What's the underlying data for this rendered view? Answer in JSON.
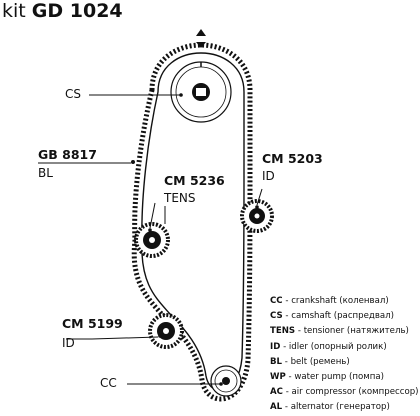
{
  "title": {
    "kit": "kit",
    "code": "GD 1024"
  },
  "labels": {
    "cs": "CS",
    "gb8817_code": "GB 8817",
    "gb8817_type": "BL",
    "cm5236_code": "CM 5236",
    "cm5236_type": "TENS",
    "cm5203_code": "CM 5203",
    "cm5203_type": "ID",
    "cm5199_code": "CM 5199",
    "cm5199_type": "ID",
    "cc": "CC"
  },
  "legend": [
    {
      "abbr": "CC",
      "text": " - crankshaft (коленвал)"
    },
    {
      "abbr": "CS",
      "text": " - camshaft (распредвал)"
    },
    {
      "abbr": "TENS",
      "text": " - tensioner (натяжитель)"
    },
    {
      "abbr": "ID",
      "text": " - idler (опорный ролик)"
    },
    {
      "abbr": "BL",
      "text": " - belt (ремень)"
    },
    {
      "abbr": "WP",
      "text": " - water pump (помпа)"
    },
    {
      "abbr": "AC",
      "text": " - air compressor (компрессор)"
    },
    {
      "abbr": "AL",
      "text": " - alternator (генератор)"
    }
  ],
  "colors": {
    "ink": "#111111",
    "background": "#ffffff"
  }
}
